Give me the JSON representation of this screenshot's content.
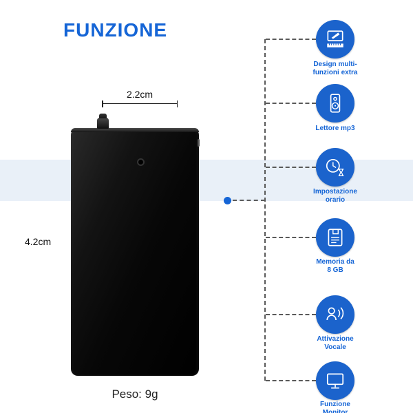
{
  "title": "FUNZIONE",
  "device": {
    "width_label": "2.2cm",
    "height_label": "4.2cm",
    "weight_label": "Peso: 9g"
  },
  "features": [
    {
      "icon": "multi-function-design-icon",
      "label": "Design multi-funzioni extra"
    },
    {
      "icon": "mp3-player-icon",
      "label": "Lettore mp3"
    },
    {
      "icon": "time-setting-icon",
      "label": "Impostazione orario"
    },
    {
      "icon": "memory-icon",
      "label": "Memoria da 8 GB"
    },
    {
      "icon": "voice-activation-icon",
      "label": "Attivazione Vocale"
    },
    {
      "icon": "monitor-function-icon",
      "label": "Funzione Monitor"
    }
  ],
  "colors": {
    "accent_blue": "#1565d6",
    "icon_circle_blue": "#1b63cc",
    "band_blue": "#e9f0f8",
    "device_black": "#0a0a0a"
  }
}
